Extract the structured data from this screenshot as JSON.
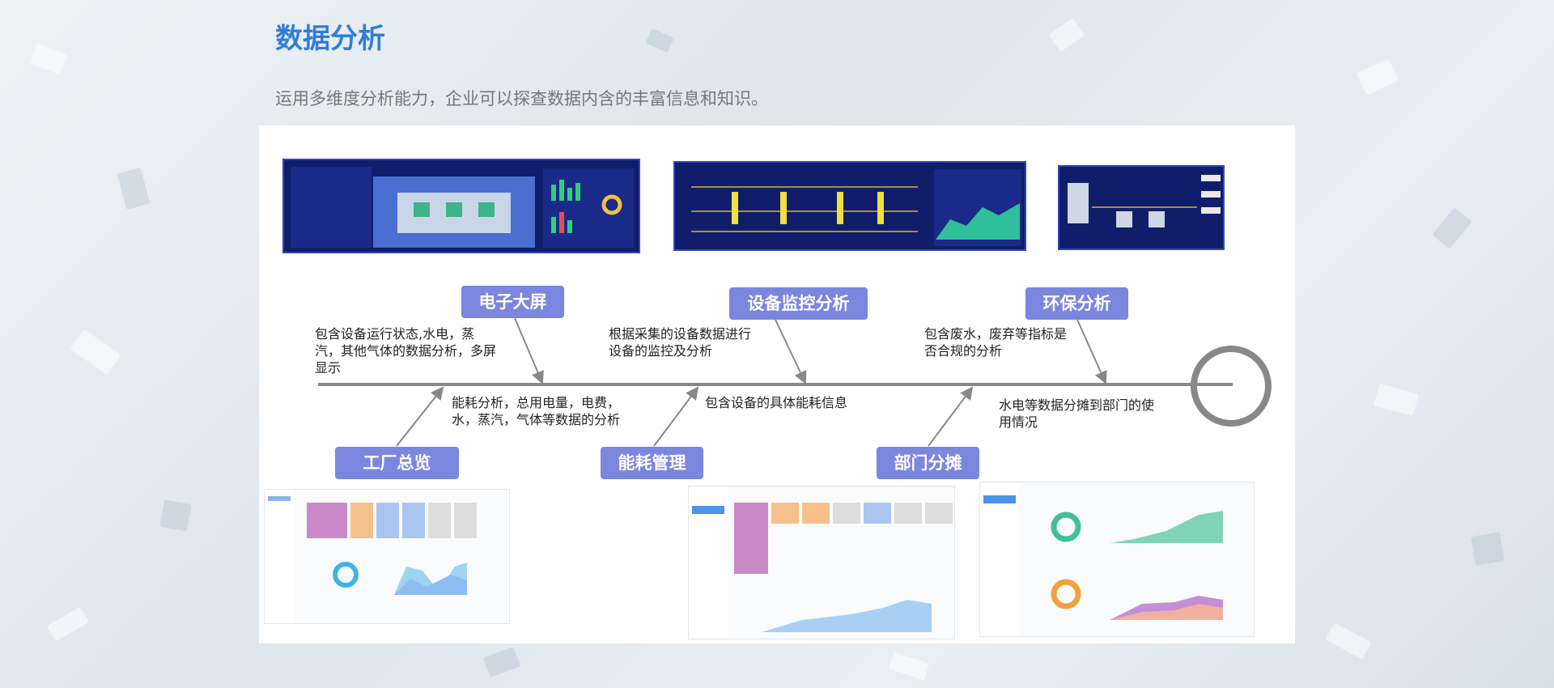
{
  "header": {
    "title": "数据分析",
    "subtitle": "运用多维度分析能力，企业可以探查数据内含的丰富信息和知识。"
  },
  "diagram": {
    "top_branches": [
      {
        "label": "电子大屏",
        "description": "包含设备运行状态,水电，蒸汽，其他气体的数据分析，多屏显示"
      },
      {
        "label": "设备监控分析",
        "description": "根据采集的设备数据进行设备的监控及分析"
      },
      {
        "label": "环保分析",
        "description": "包含废水，废弃等指标是否合规的分析"
      }
    ],
    "bottom_branches": [
      {
        "label": "工厂总览",
        "description": "能耗分析，总用电量，电费，水，蒸汽，气体等数据的分析"
      },
      {
        "label": "能耗管理",
        "description": "包含设备的具体能耗信息"
      },
      {
        "label": "部门分摊",
        "description": "水电等数据分摊到部门的使用情况"
      }
    ]
  },
  "colors": {
    "title": "#2f7ddb",
    "tag_bg": "#7b86de",
    "spine": "#888888"
  }
}
